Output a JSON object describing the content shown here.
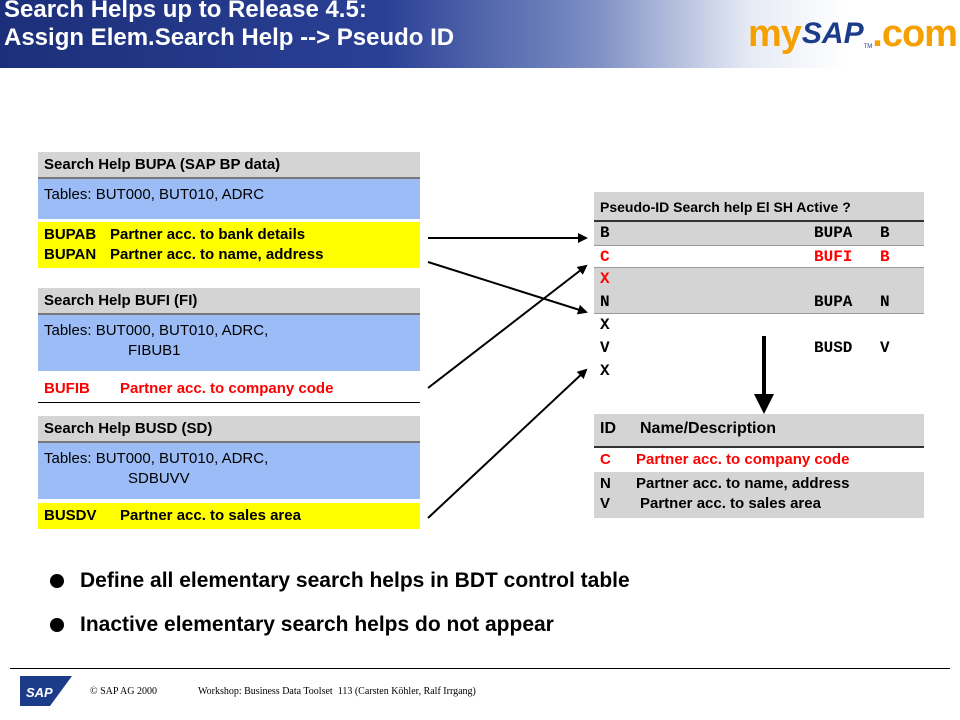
{
  "header": {
    "title_line1": "Search Helps up to Release 4.5:",
    "title_line2": "Assign Elem.Search Help --> Pseudo ID",
    "logo_my": "my",
    "logo_sap": "SAP",
    "logo_com": ".com",
    "logo_tm": "TM"
  },
  "search_helps": [
    {
      "title": "Search Help BUPA (SAP BP data)",
      "tables_line1": "Tables: BUT000, BUT010, ADRC",
      "tables_line2": "",
      "elements": [
        {
          "code": "BUPAB",
          "text": "Partner acc. to bank details"
        },
        {
          "code": "BUPAN",
          "text": "Partner acc. to name, address"
        }
      ]
    },
    {
      "title": "Search Help BUFI (FI)",
      "tables_line1": "Tables: BUT000, BUT010, ADRC,",
      "tables_line2": "FIBUB1",
      "elements": [
        {
          "code": "BUFIB",
          "text": "Partner acc. to company code"
        }
      ]
    },
    {
      "title": "Search Help BUSD (SD)",
      "tables_line1": "Tables: BUT000, BUT010, ADRC,",
      "tables_line2": "SDBUVV",
      "elements": [
        {
          "code": "BUSDV",
          "text": "Partner acc. to sales area"
        }
      ]
    }
  ],
  "pseudo_table": {
    "header": "Pseudo-ID   Search help El SH Active ?",
    "rows": [
      {
        "id": "B",
        "sh": "BUPA",
        "active": "B"
      },
      {
        "id": "C",
        "sh": "BUFI",
        "active": "B"
      },
      {
        "id": "X",
        "sh": "",
        "active": ""
      },
      {
        "id": "N",
        "sh": "BUPA",
        "active": "N"
      },
      {
        "id": "X",
        "sh": "",
        "active": ""
      },
      {
        "id": "V",
        "sh": "BUSD",
        "active": "V"
      },
      {
        "id": "X",
        "sh": "",
        "active": ""
      }
    ]
  },
  "desc_table": {
    "col_id": "ID",
    "col_name": "Name/Description",
    "rows": [
      {
        "id": "C",
        "text": "Partner acc. to company code"
      },
      {
        "id": "N",
        "text": "Partner acc. to name, address"
      },
      {
        "id": "V",
        "text": "Partner acc. to sales area"
      }
    ]
  },
  "bullets": [
    "Define all elementary search helps in BDT control table",
    "Inactive elementary search helps do not appear"
  ],
  "footer": {
    "copyright": "© SAP AG 2000",
    "workshop": "Workshop: Business Data Toolset  113 (Carsten Köhler, Ralf Irrgang)",
    "sap_badge": "SAP"
  },
  "colors": {
    "header_blue": "#1c2f7a",
    "box_blue": "#9bbcf6",
    "highlight_yellow": "#ffff00",
    "accent_red": "#ff0000",
    "logo_orange": "#f5a000"
  }
}
